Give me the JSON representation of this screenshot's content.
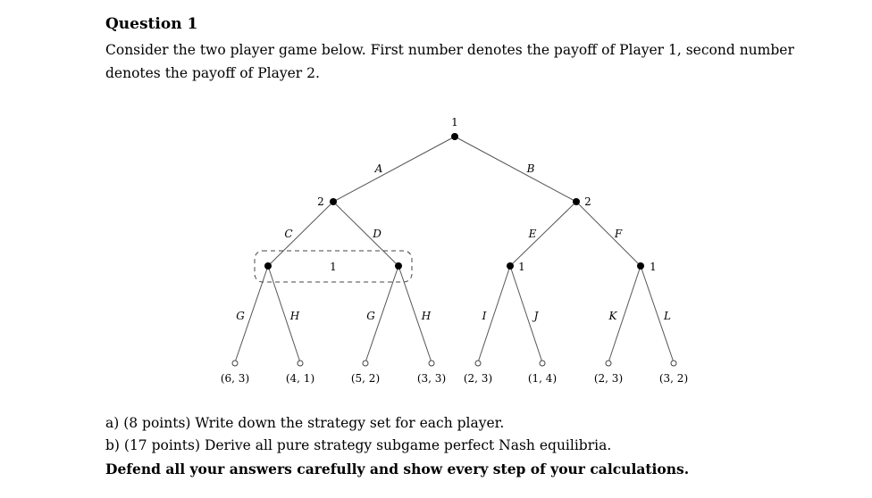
{
  "question": {
    "title": "Question 1",
    "intro": "Consider the two player game below. First number denotes the payoff of Player 1, second number denotes the payoff of Player 2."
  },
  "tree": {
    "root_player": "1",
    "move_A": "A",
    "move_B": "B",
    "node_left_player": "2",
    "node_right_player": "2",
    "move_C": "C",
    "move_D": "D",
    "move_E": "E",
    "move_F": "F",
    "info_set_player": "1",
    "node_E_player": "1",
    "node_F_player": "1",
    "move_G_left": "G",
    "move_H_left": "H",
    "move_G_right": "G",
    "move_H_right": "H",
    "move_I": "I",
    "move_J": "J",
    "move_K": "K",
    "move_L": "L",
    "payoffs": [
      "(6, 3)",
      "(4, 1)",
      "(5, 2)",
      "(3, 3)",
      "(2, 3)",
      "(1, 4)",
      "(2, 3)",
      "(3, 2)"
    ]
  },
  "tasks": {
    "a": "a) (8 points) Write down the strategy set for each player.",
    "b": "b) (17 points) Derive all pure strategy subgame perfect Nash equilibria."
  },
  "footer": "Defend all your answers carefully and show every step of your calculations."
}
